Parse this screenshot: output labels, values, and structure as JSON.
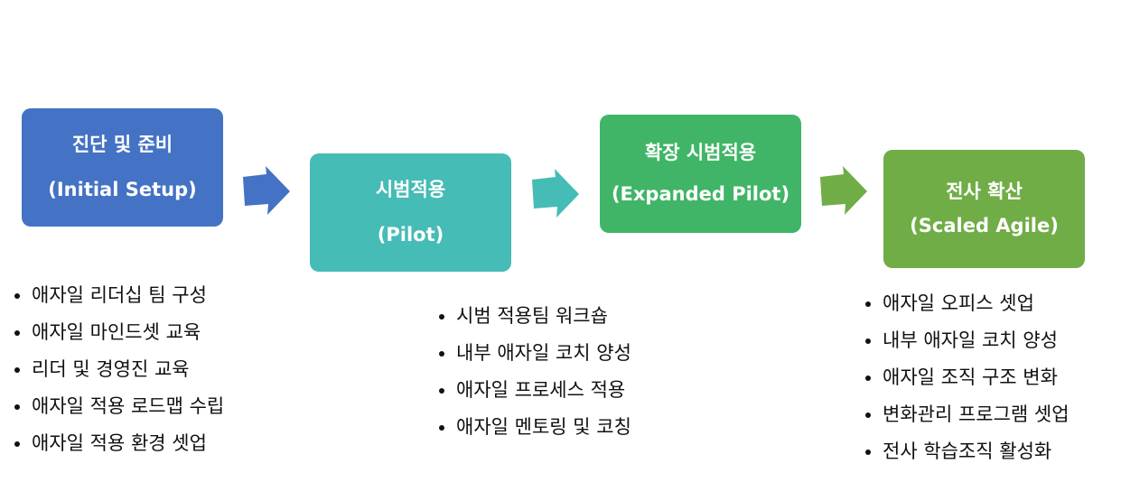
{
  "stages": [
    {
      "title": "진단 및 준비",
      "subtitle": "(Initial Setup)",
      "color": "#4472C4"
    },
    {
      "title": "시범적용",
      "subtitle": "(Pilot)",
      "color": "#45BCB5"
    },
    {
      "title": "확장 시범적용",
      "subtitle": "(Expanded Pilot)",
      "color": "#40B567"
    },
    {
      "title": "전사 확산",
      "subtitle": "(Scaled Agile)",
      "color": "#70AD47"
    }
  ],
  "arrow_colors": [
    "#4472C4",
    "#45BCB5",
    "#40B567",
    "#70AD47"
  ],
  "lists": [
    [
      "애자일 리더십 팀 구성",
      "애자일 마인드셋 교육",
      "리더 및 경영진 교육",
      "애자일 적용 로드맵 수립",
      "애자일 적용 환경 셋업"
    ],
    [
      "시범 적용팀 워크숍",
      "내부 애자일 코치 양성",
      "애자일 프로세스 적용",
      "애자일 멘토링 및 코칭"
    ],
    [
      "애자일 오피스 셋업",
      "내부 애자일 코치 양성",
      "애자일 조직 구조 변화",
      "변화관리 프로그램 셋업",
      "전사 학습조직 활성화"
    ]
  ]
}
